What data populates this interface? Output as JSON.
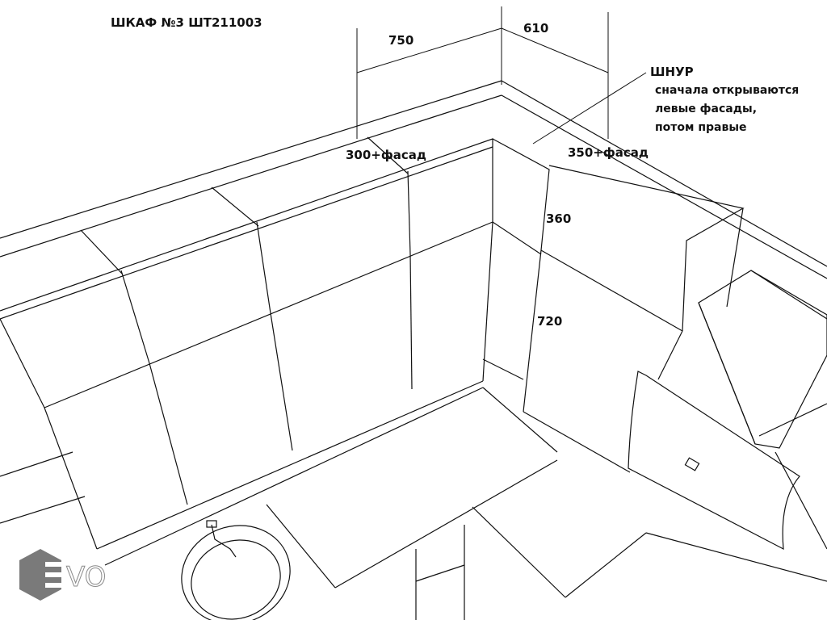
{
  "title": "ШКАФ №3 ШТ211003",
  "dimensions": {
    "left_width": "750",
    "right_width": "610",
    "left_depth": "300+фасад",
    "right_depth": "350+фасад",
    "upper_height": "360",
    "lower_height": "720"
  },
  "note": {
    "heading": "ШНУР",
    "lines": [
      "сначала открываются",
      "левые фасады,",
      "потом правые"
    ]
  },
  "logo": {
    "text": "EVO",
    "color": "#7a7a7a"
  }
}
